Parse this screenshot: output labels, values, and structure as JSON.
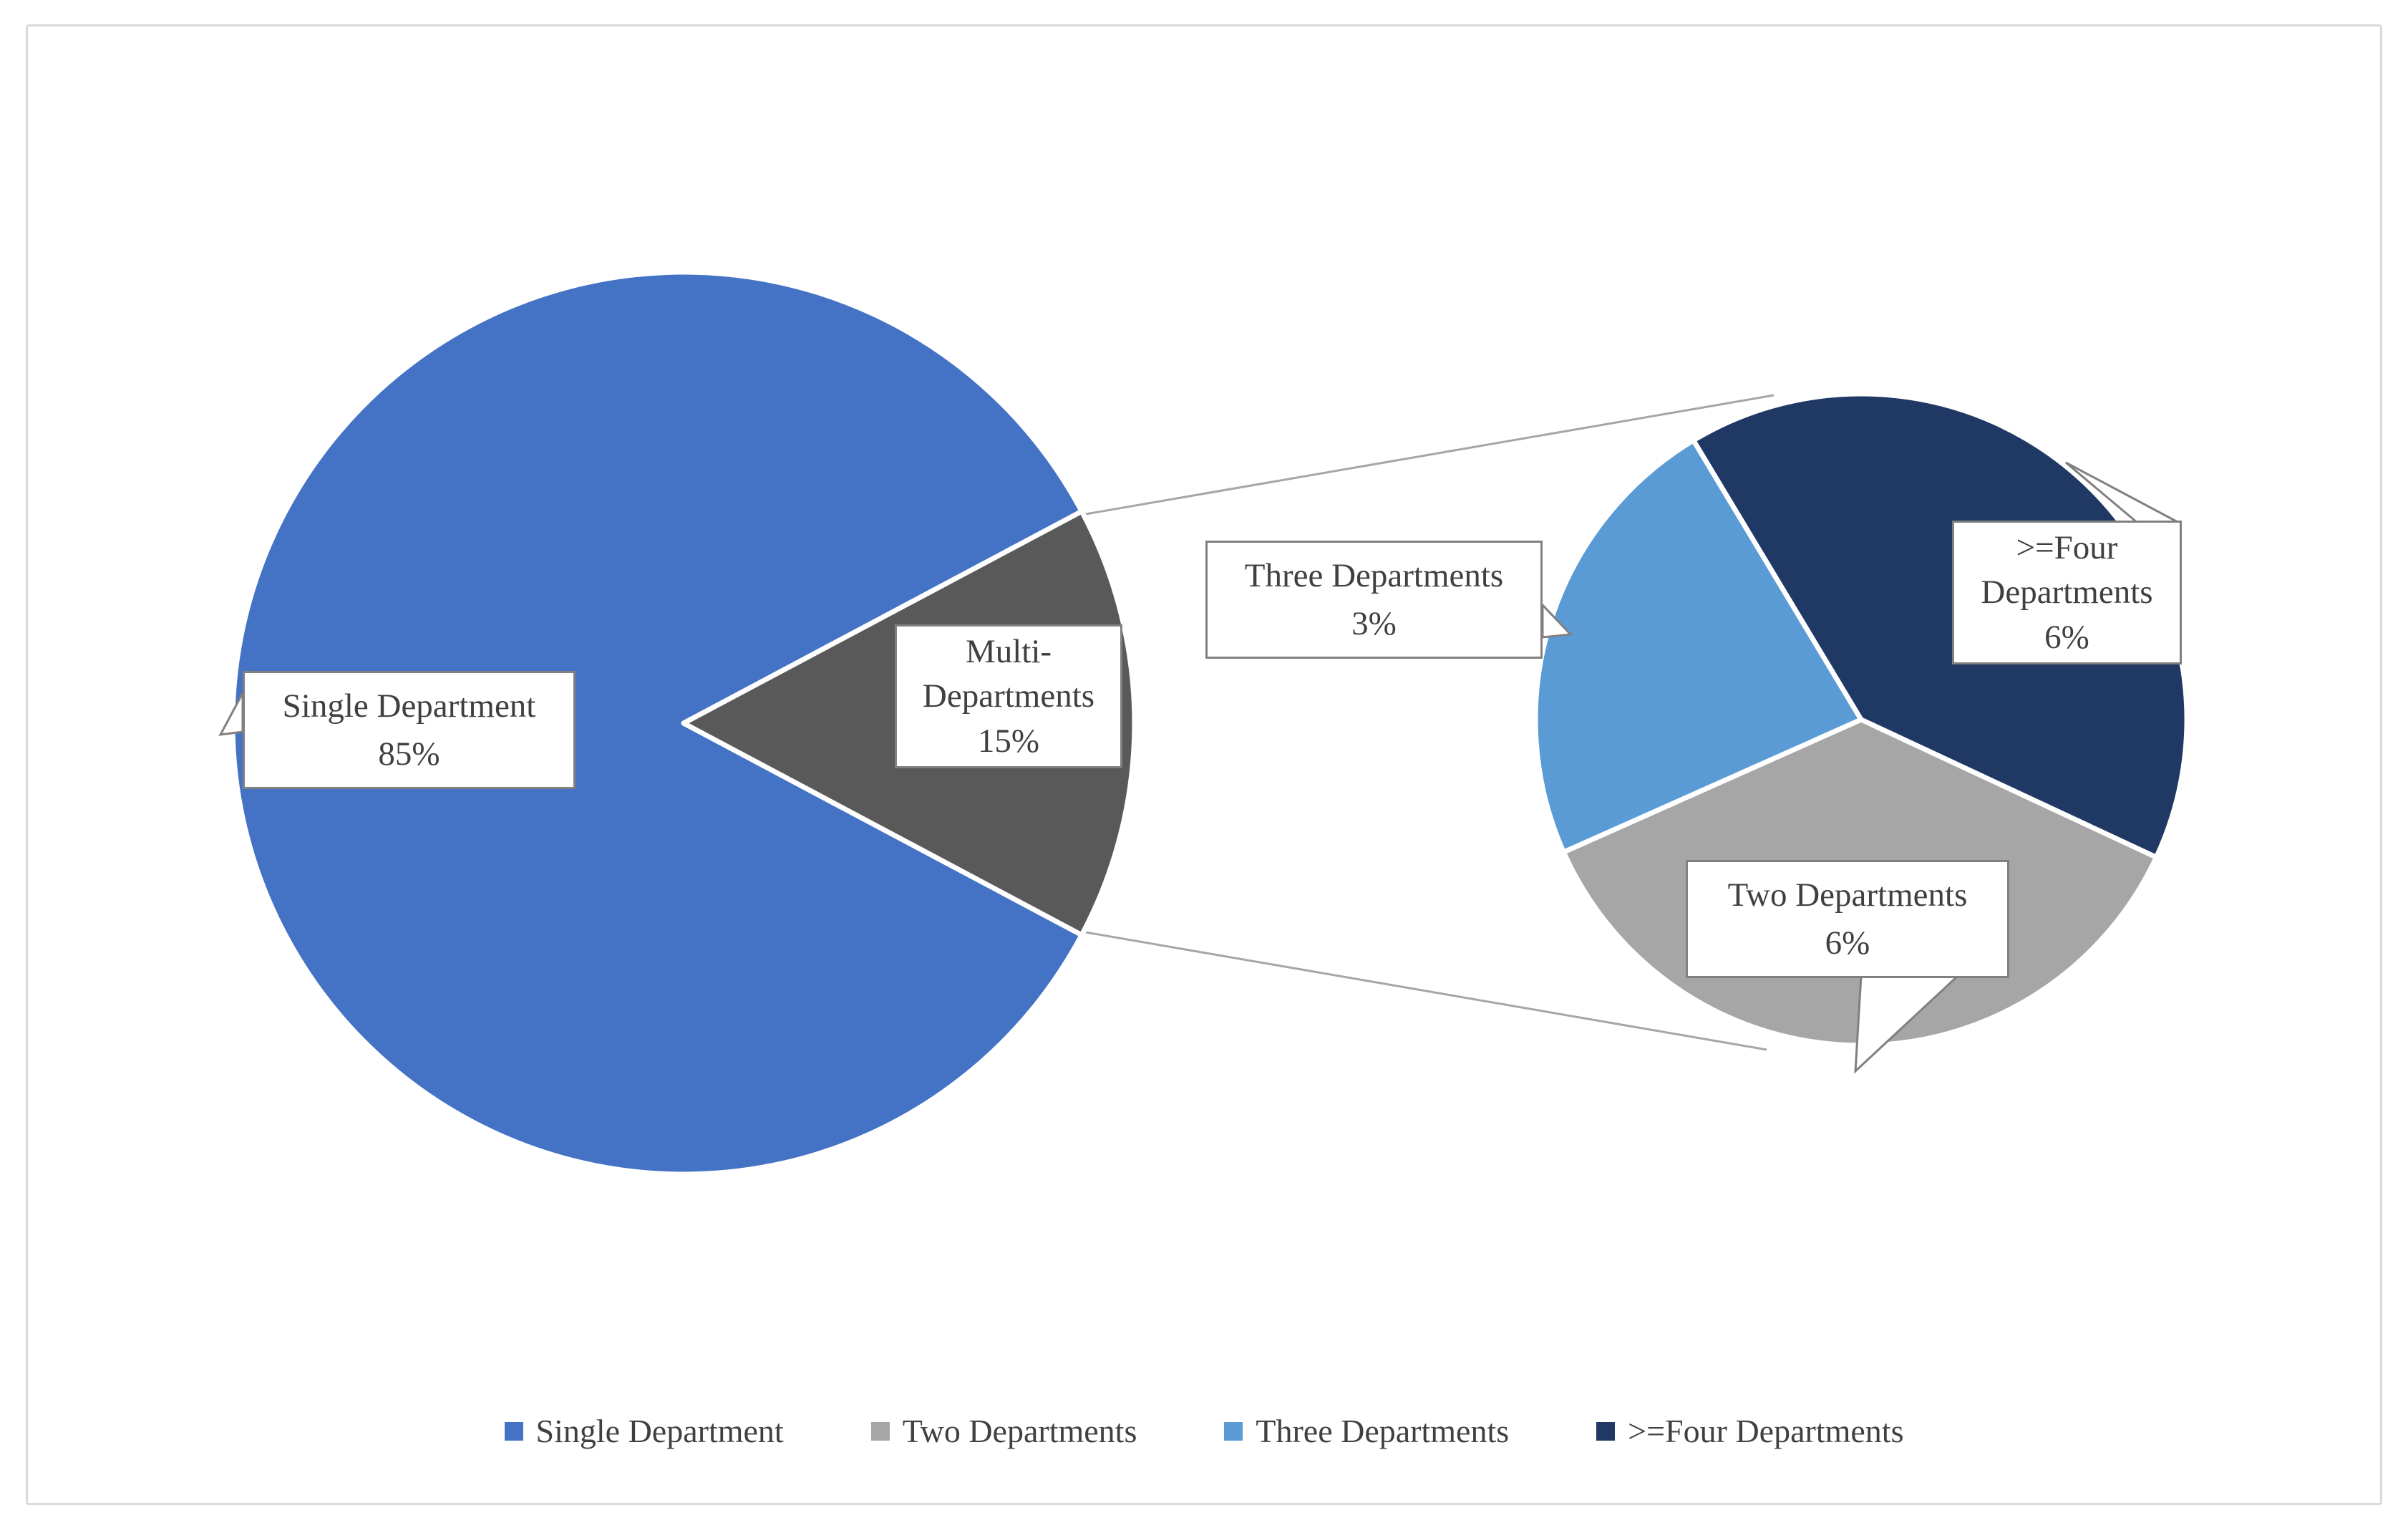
{
  "chart_data": {
    "type": "pie",
    "variant": "pie-of-pie",
    "title": "",
    "legend_position": "bottom",
    "main_pie": {
      "slices": [
        {
          "label": "Single Department",
          "value_pct": 85,
          "color": "#4472C4"
        },
        {
          "label": "Multi-Departments",
          "value_pct": 15,
          "color": "#595959"
        }
      ]
    },
    "secondary_pie": {
      "represents": "Multi-Departments 15% breakdown",
      "slices": [
        {
          "label": "Two Departments",
          "value_pct": 6,
          "color": "#A6A6A6"
        },
        {
          "label": "Three Departments",
          "value_pct": 3,
          "color": "#5B9BD5"
        },
        {
          "label": ">=Four Departments",
          "value_pct": 6,
          "color": "#1F3864"
        }
      ]
    }
  },
  "callouts": {
    "single": {
      "title": "Single Department",
      "value": "85%"
    },
    "multi": {
      "line1": "Multi-",
      "line2": "Departments",
      "value": "15%"
    },
    "three": {
      "title": "Three Departments",
      "value": "3%"
    },
    "four": {
      "line1": ">=Four",
      "line2": "Departments",
      "value": "6%"
    },
    "two": {
      "title": "Two Departments",
      "value": "6%"
    }
  },
  "legend": {
    "items": [
      {
        "label": "Single Department"
      },
      {
        "label": "Two Departments"
      },
      {
        "label": "Three Departments"
      },
      {
        "label": ">=Four Departments"
      }
    ]
  },
  "colors": {
    "connector_line": "#A6A6A6",
    "callout_border": "#808080",
    "callout_text": "#404040",
    "slice_divider": "#FFFFFF",
    "frame_border": "#D9D9D9"
  }
}
